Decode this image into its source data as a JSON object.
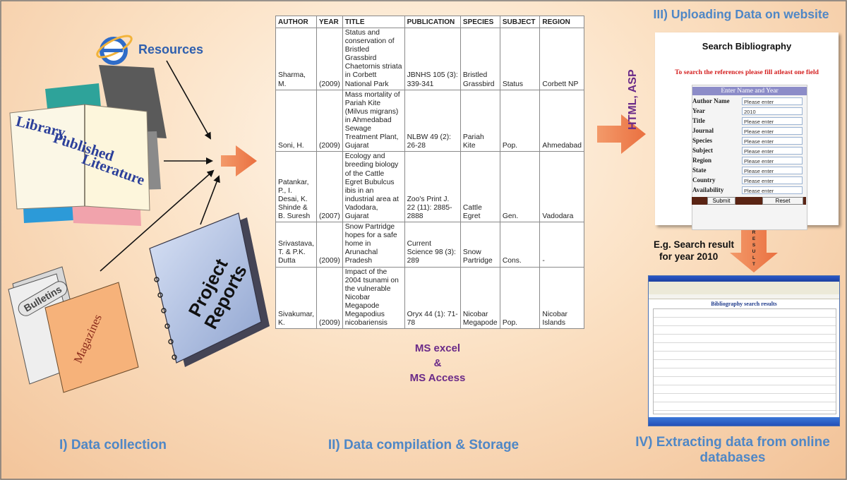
{
  "colors": {
    "stage_label": "#4f87c6",
    "purple": "#6a2a88",
    "arrow": "#ef8454",
    "table_border": "#8a8a8a",
    "instruction_red": "#d42020"
  },
  "collection": {
    "resources_label": "Resources",
    "book_text": [
      "Library,",
      "Published",
      "Literature"
    ],
    "bulletins_label": "Bulletins",
    "magazines_label": "Magazines",
    "project_reports_label": [
      "Project",
      "Reports"
    ]
  },
  "table": {
    "headers": [
      "AUTHOR",
      "YEAR",
      "TITLE",
      "PUBLICATION",
      "SPECIES",
      "SUBJECT",
      "REGION"
    ],
    "rows": [
      {
        "author": "Sharma, M.",
        "year": "(2009)",
        "title": "Status and conservation of Bristled Grassbird Chaetornis striata in Corbett National Park",
        "publication": "JBNHS 105 (3): 339-341",
        "species": "Bristled Grassbird",
        "subject": "Status",
        "region": "Corbett NP"
      },
      {
        "author": "Soni, H.",
        "year": "(2009)",
        "title": "Mass mortality of Pariah Kite (Milvus migrans) in Ahmedabad Sewage Treatment Plant, Gujarat",
        "publication": "NLBW 49 (2): 26-28",
        "species": "Pariah Kite",
        "subject": "Pop.",
        "region": "Ahmedabad"
      },
      {
        "author": "Patankar, P., I. Desai, K. Shinde & B. Suresh",
        "year": "(2007)",
        "title": "Ecology and breeding biology of the Cattle Egret Bubulcus ibis in an industrial area at Vadodara, Gujarat",
        "publication": "Zoo's Print J. 22 (11): 2885-2888",
        "species": "Cattle Egret",
        "subject": "Gen.",
        "region": "Vadodara"
      },
      {
        "author": "Srivastava, T. & P.K. Dutta",
        "year": "(2009)",
        "title": "Snow Partridge hopes for a safe home in Arunachal Pradesh",
        "publication": "Current Science 98 (3): 289",
        "species": "Snow Partridge",
        "subject": "Cons.",
        "region": "-"
      },
      {
        "author": "Sivakumar, K.",
        "year": "(2009)",
        "title": "Impact of the 2004 tsunami on the vulnerable Nicobar Megapode Megapodius nicobariensis",
        "publication": "Oryx 44 (1): 71-78",
        "species": "Nicobar Megapode",
        "subject": "Pop.",
        "region": "Nicobar Islands"
      }
    ]
  },
  "storage_label": [
    "MS excel",
    "&",
    "MS Access"
  ],
  "upload": {
    "heading": "III) Uploading Data on website",
    "html_asp_label": "HTML, ASP",
    "search_title": "Search Bibliography",
    "instruction": "To search the references please fill atleast one field",
    "form_header": "Enter Name and Year",
    "fields": [
      {
        "label": "Author Name",
        "value": "Please enter"
      },
      {
        "label": "Year",
        "value": "2010"
      },
      {
        "label": "Title",
        "value": "Please enter"
      },
      {
        "label": "Journal",
        "value": "Please enter"
      },
      {
        "label": "Species",
        "value": "Please enter"
      },
      {
        "label": "Subject",
        "value": "Please enter"
      },
      {
        "label": "Region",
        "value": "Please enter"
      },
      {
        "label": "State",
        "value": "Please enter"
      },
      {
        "label": "Country",
        "value": "Please enter"
      },
      {
        "label": "Availability",
        "value": "Please enter"
      }
    ],
    "submit_label": "Submit",
    "reset_label": "Reset"
  },
  "result": {
    "example_label": [
      "E.g. Search result",
      "for year 2010"
    ],
    "arrow_text": "RESULT",
    "screenshot_heading": "Bibliography search results"
  },
  "stages": {
    "collection": "I) Data collection",
    "compilation": "II) Data compilation & Storage",
    "extracting": [
      "IV) Extracting data from online",
      "databases"
    ]
  }
}
